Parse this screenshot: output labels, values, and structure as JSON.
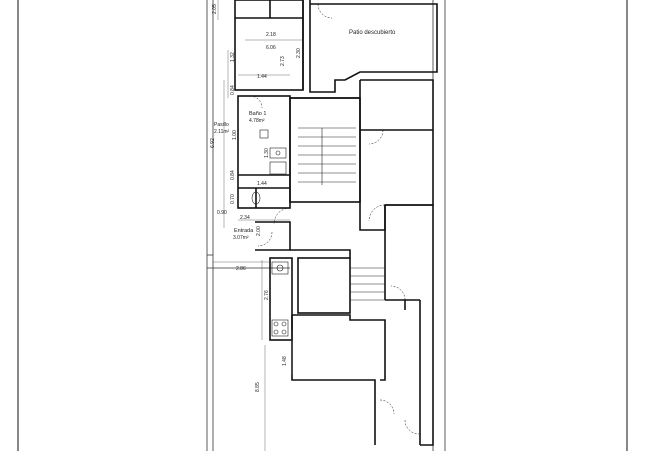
{
  "rooms": {
    "patio": "Patio descubierto",
    "room_area": "6.06",
    "bathroom": "Baño 1",
    "bathroom_area": "4.78m²",
    "hallway": "Pasillo",
    "hallway_area": "2.11m²",
    "entrance": "Entrada",
    "entrance_area": "3.07m²"
  },
  "dimensions": {
    "d_top_vertical": "2.05",
    "d_room_width": "2.18",
    "d_room_right_vertical": "2.30",
    "d_small_vertical": "1.32",
    "d_stair_side": "2.73",
    "d_144_top": "1.44",
    "d_084_top": "0.84",
    "d_692": "6.92",
    "d_bath_height": "1.00",
    "d_bath_inner": "1.30",
    "d_084_bottom": "0.84",
    "d_144_bottom": "1.44",
    "d_070": "0.70",
    "d_090": "0.90",
    "d_234": "2.34",
    "d_200": "2.00",
    "d_286": "2.86",
    "d_276": "2.76",
    "d_148": "1.48",
    "d_885": "8.85"
  }
}
